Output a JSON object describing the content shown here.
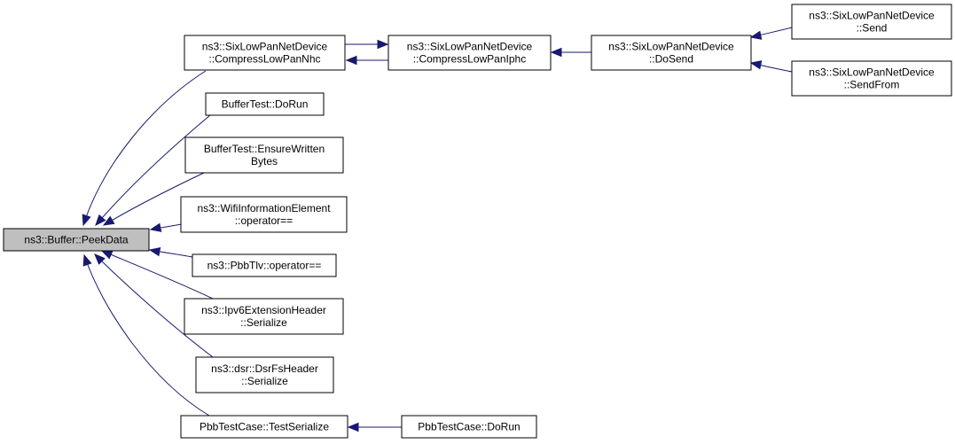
{
  "nodes": [
    {
      "id": "peekdata",
      "lines": [
        "ns3::Buffer::PeekData"
      ],
      "root": true
    },
    {
      "id": "compressnhc",
      "lines": [
        "ns3::SixLowPanNetDevice",
        "::CompressLowPanNhc"
      ]
    },
    {
      "id": "compressiphc",
      "lines": [
        "ns3::SixLowPanNetDevice",
        "::CompressLowPanIphc"
      ]
    },
    {
      "id": "dosend",
      "lines": [
        "ns3::SixLowPanNetDevice",
        "::DoSend"
      ]
    },
    {
      "id": "send",
      "lines": [
        "ns3::SixLowPanNetDevice",
        "::Send"
      ]
    },
    {
      "id": "sendfrom",
      "lines": [
        "ns3::SixLowPanNetDevice",
        "::SendFrom"
      ]
    },
    {
      "id": "buffertest-dorun",
      "lines": [
        "BufferTest::DoRun"
      ]
    },
    {
      "id": "buffertest-ensure",
      "lines": [
        "BufferTest::EnsureWritten",
        "Bytes"
      ]
    },
    {
      "id": "wifiie-op",
      "lines": [
        "ns3::WifiInformationElement",
        "::operator=="
      ]
    },
    {
      "id": "pbbtlv-op",
      "lines": [
        "ns3::PbbTlv::operator=="
      ]
    },
    {
      "id": "ipv6ext-ser",
      "lines": [
        "ns3::Ipv6ExtensionHeader",
        "::Serialize"
      ]
    },
    {
      "id": "dsrfs-ser",
      "lines": [
        "ns3::dsr::DsrFsHeader",
        "::Serialize"
      ]
    },
    {
      "id": "pbb-testser",
      "lines": [
        "PbbTestCase::TestSerialize"
      ]
    },
    {
      "id": "pbb-dorun",
      "lines": [
        "PbbTestCase::DoRun"
      ]
    }
  ],
  "edges": [
    {
      "from": "compressnhc",
      "to": "peekdata"
    },
    {
      "from": "buffertest-dorun",
      "to": "peekdata"
    },
    {
      "from": "buffertest-ensure",
      "to": "peekdata"
    },
    {
      "from": "wifiie-op",
      "to": "peekdata"
    },
    {
      "from": "pbbtlv-op",
      "to": "peekdata"
    },
    {
      "from": "ipv6ext-ser",
      "to": "peekdata"
    },
    {
      "from": "dsrfs-ser",
      "to": "peekdata"
    },
    {
      "from": "pbb-testser",
      "to": "peekdata"
    },
    {
      "from": "compressiphc",
      "to": "compressnhc"
    },
    {
      "from": "compressnhc",
      "to": "compressiphc"
    },
    {
      "from": "dosend",
      "to": "compressiphc"
    },
    {
      "from": "send",
      "to": "dosend"
    },
    {
      "from": "sendfrom",
      "to": "dosend"
    },
    {
      "from": "pbb-dorun",
      "to": "pbb-testser"
    }
  ],
  "colors": {
    "edge": "#191970",
    "root_fill": "#bfbfbf",
    "node_fill": "#ffffff",
    "node_border": "#000000"
  }
}
